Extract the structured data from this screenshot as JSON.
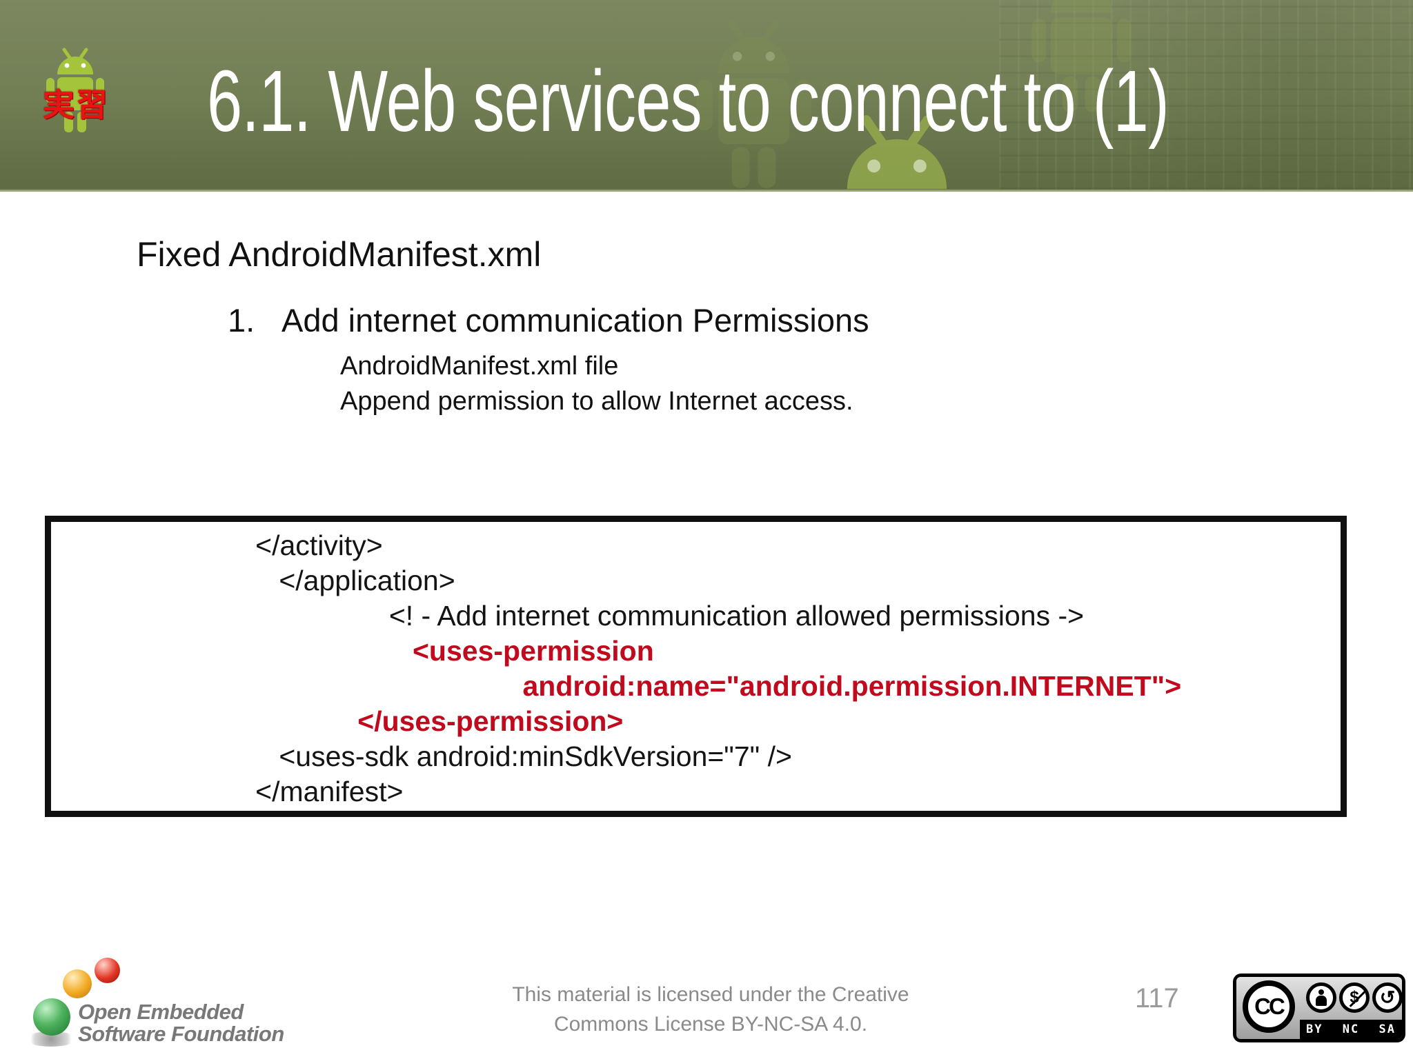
{
  "slide": {
    "title": "6.1. Web services to connect to (1)",
    "badge_label": "実習"
  },
  "content": {
    "heading": "Fixed AndroidManifest.xml",
    "list_number": "1.",
    "list_item": "Add internet communication Permissions",
    "sub_lines": [
      "AndroidManifest.xml file",
      "Append permission to allow Internet access."
    ]
  },
  "code": {
    "lines": [
      {
        "text": "                          </activity>",
        "highlight": false
      },
      {
        "text": "                             </application>",
        "highlight": false
      },
      {
        "text": "                                           <! - Add internet communication allowed permissions ->",
        "highlight": false
      },
      {
        "text": "                                              <uses-permission",
        "highlight": true
      },
      {
        "text": "                                                            android:name=\"android.permission.INTERNET\">",
        "highlight": true
      },
      {
        "text": "                                       </uses-permission>",
        "highlight": true
      },
      {
        "text": "                             <uses-sdk android:minSdkVersion=\"7\" />",
        "highlight": false
      },
      {
        "text": "                          </manifest>",
        "highlight": false
      }
    ]
  },
  "footer": {
    "license_line1": "This material is licensed under the Creative",
    "license_line2": "Commons License BY-NC-SA 4.0.",
    "page_number": "117",
    "logo_line1": "Open Embedded",
    "logo_line2": "Software Foundation",
    "cc": {
      "logo_text": "CC",
      "labels": "BY NC SA"
    }
  },
  "icons": {
    "nc_glyph": "$",
    "sa_glyph": "↺"
  },
  "colors": {
    "header_olive": "#6e7a4e",
    "android_green": "#a4c43c",
    "faded_robot_green": "#8d9f55",
    "code_highlight_red": "#c00b1e",
    "kanji_red": "#e81414",
    "footer_gray": "#8a8a8a"
  }
}
